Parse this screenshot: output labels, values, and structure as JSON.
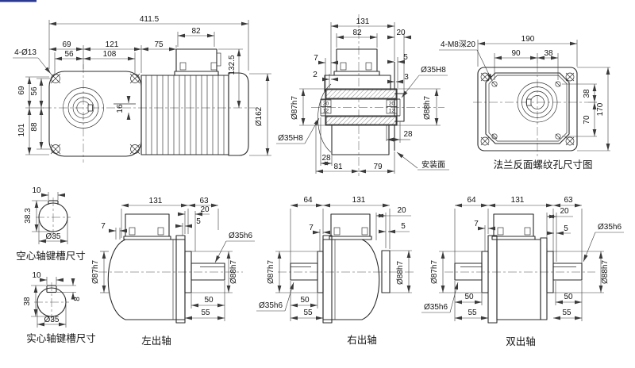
{
  "artifact_color": "#2b3990",
  "front_view": {
    "dims": {
      "overall": "411.5",
      "box_w": "82",
      "seg69": "69",
      "seg121": "121",
      "seg75": "75",
      "seg56": "56",
      "seg108": "108",
      "bolt_note": "4-Ø13",
      "v69": "69",
      "v56": "56",
      "v101": "101",
      "v88": "88",
      "h132": "132.5",
      "motor_dia": "Ø162",
      "key_off": "16"
    }
  },
  "section_view": {
    "dims": {
      "len131": "131",
      "box82": "82",
      "stub20": "20",
      "lip7": "7",
      "lip5": "5",
      "lip2": "2",
      "lip3": "3",
      "bore_r": "Ø35H8",
      "bore_l": "Ø35H8",
      "hub_l": "Ø87h7",
      "hub_r": "Ø88h7",
      "kw_l": "20",
      "kd_l": "12",
      "kw_r": "20",
      "kd_r": "12",
      "side28": "28",
      "bot28": "28",
      "len81": "81",
      "len79": "79"
    },
    "mount_face": "安装面"
  },
  "flange_view": {
    "dims": {
      "w190": "190",
      "w90": "90",
      "w38": "38",
      "h38": "38",
      "h70": "70",
      "h170": "170"
    },
    "thread_note": "4-M8深20",
    "caption": "法兰反面螺纹孔尺寸图"
  },
  "hollow_keyway": {
    "dims": {
      "width": "10",
      "depth": "38.3",
      "dia": "Ø35"
    },
    "caption": "空心轴键槽尺寸"
  },
  "solid_keyway": {
    "dims": {
      "width": "10",
      "depth": "38",
      "key_h": "8",
      "dia": "Ø35"
    },
    "caption": "实心轴键槽尺寸"
  },
  "left_out": {
    "dims": {
      "body131": "131",
      "ext63": "63",
      "d20": "20",
      "d5": "5",
      "d7": "7",
      "shaft": "Ø35h6",
      "hub88": "Ø88h7",
      "bell87": "Ø87h7",
      "l50": "50",
      "l55": "55"
    },
    "caption": "左出轴"
  },
  "right_out": {
    "dims": {
      "ext64": "64",
      "body131": "131",
      "d7": "7",
      "hub87": "Ø87h7",
      "shaft": "Ø35h6",
      "l50": "50",
      "l55": "55",
      "d20": "20",
      "d5": "5",
      "rear88": "Ø88h7"
    },
    "caption": "右出轴"
  },
  "double_out": {
    "dims": {
      "ext64": "64",
      "body131": "131",
      "ext63": "63",
      "d7": "7",
      "d20": "20",
      "d5": "5",
      "hub87": "Ø87h7",
      "hub88": "Ø88h7",
      "shaft_l": "Ø35h6",
      "shaft_r": "Ø35h6",
      "l50": "50",
      "l55": "55",
      "r50": "50",
      "r55": "55"
    },
    "caption": "双出轴"
  }
}
